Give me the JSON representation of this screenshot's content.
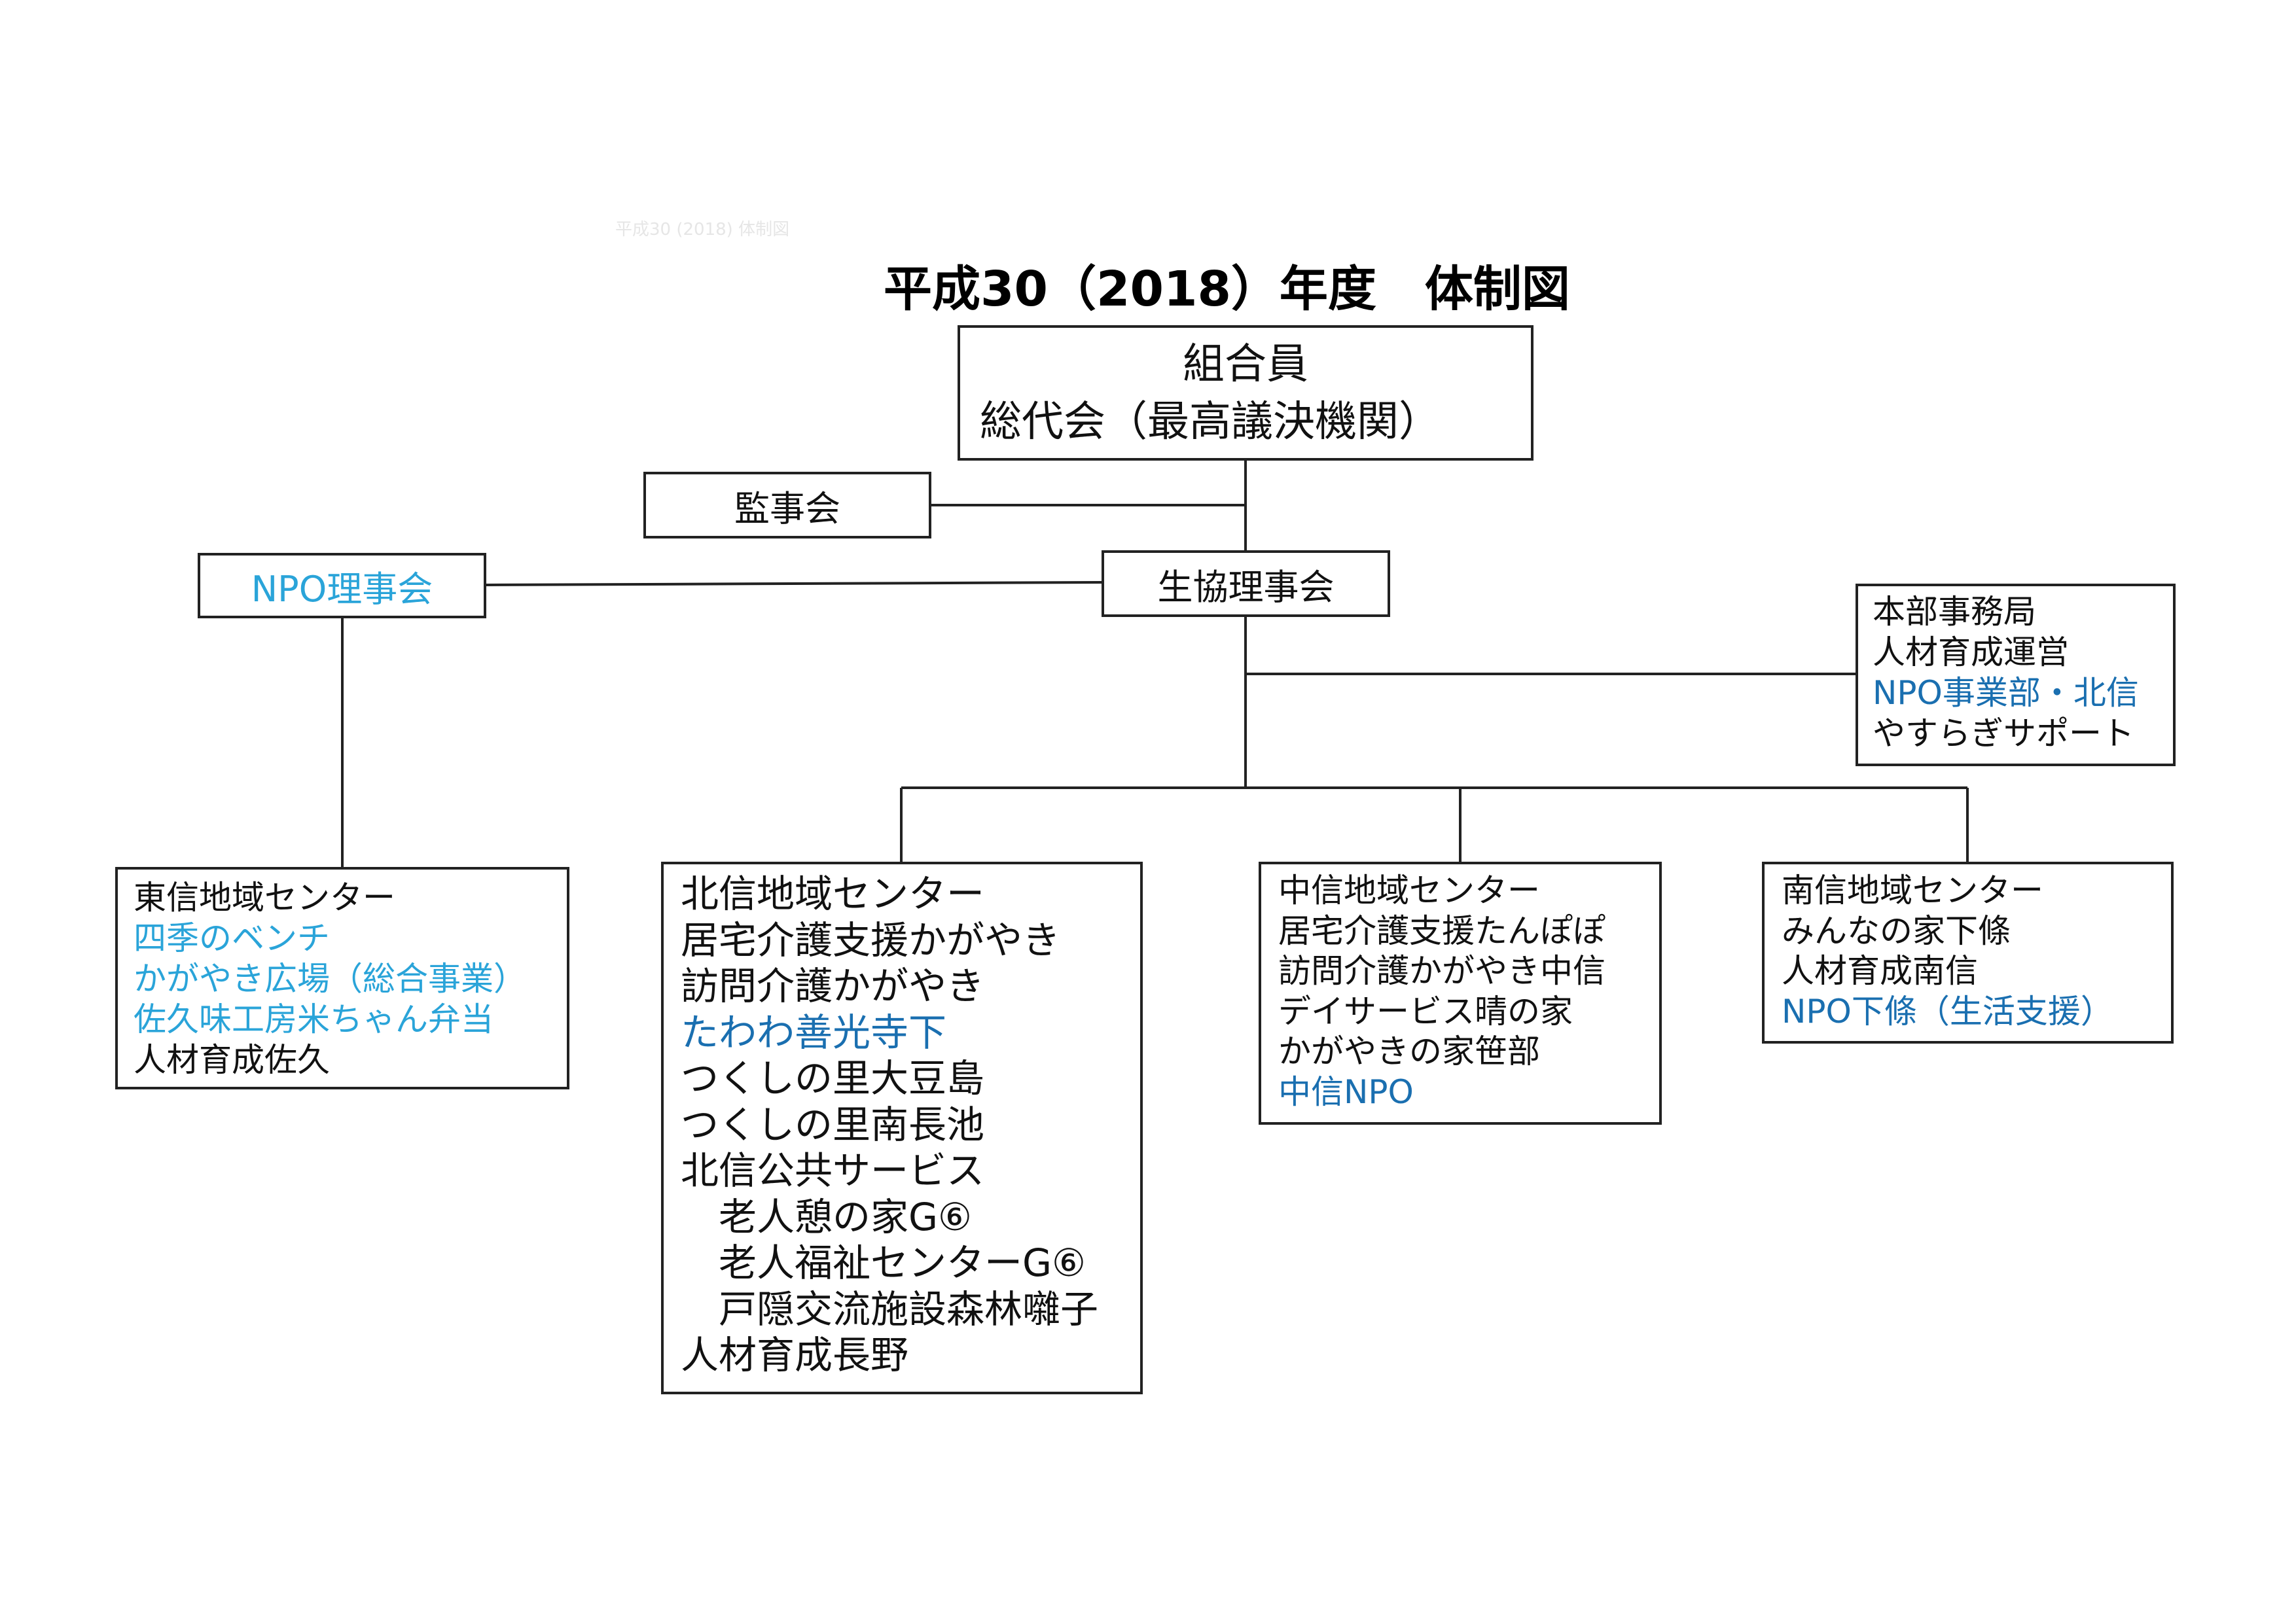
{
  "header": {
    "faint_text": "平成30 (2018) 体制図",
    "title": "平成30（2018）年度　体制図"
  },
  "nodes": {
    "top": {
      "line1": "組合員",
      "line2": "総代会（最高議決機関）"
    },
    "kansa": {
      "label": "監事会"
    },
    "npo_board": {
      "label": "NPO理事会"
    },
    "coop_board": {
      "label": "生協理事会"
    },
    "hq": {
      "lines": [
        "本部事務局",
        "人材育成運営",
        "NPO事業部・北信",
        "やすらぎサポート"
      ]
    },
    "east": {
      "lines": [
        "東信地域センター",
        "四季のベンチ",
        "かがやき広場（総合事業）",
        "佐久味工房米ちゃん弁当",
        "人材育成佐久"
      ]
    },
    "north": {
      "lines": [
        "北信地域センター",
        "居宅介護支援かがやき",
        "訪問介護かがやき",
        "たわわ善光寺下",
        "つくしの里大豆島",
        "つくしの里南長池",
        "北信公共サービス",
        "　老人憩の家G⑥",
        "　老人福祉センターG⑥",
        "　戸隠交流施設森林囃子",
        "人材育成長野"
      ]
    },
    "middle": {
      "lines": [
        "中信地域センター",
        "居宅介護支援たんぽぽ",
        "訪問介護かがやき中信",
        "デイサービス晴の家",
        "かがやきの家笹部",
        "中信NPO"
      ]
    },
    "south": {
      "lines": [
        "南信地域センター",
        "みんなの家下條",
        "人材育成南信",
        "NPO下條（生活支援）"
      ]
    }
  },
  "colors": {
    "npo_blue": "#1a6fb0",
    "npo_cyan": "#2aa4d9",
    "line": "#222222"
  }
}
